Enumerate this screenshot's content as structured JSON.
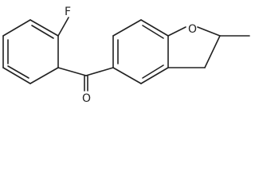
{
  "molecule": {
    "atoms": {
      "fluorine": "F",
      "ring_oxygen": "O",
      "carbonyl_oxygen": "O"
    }
  }
}
